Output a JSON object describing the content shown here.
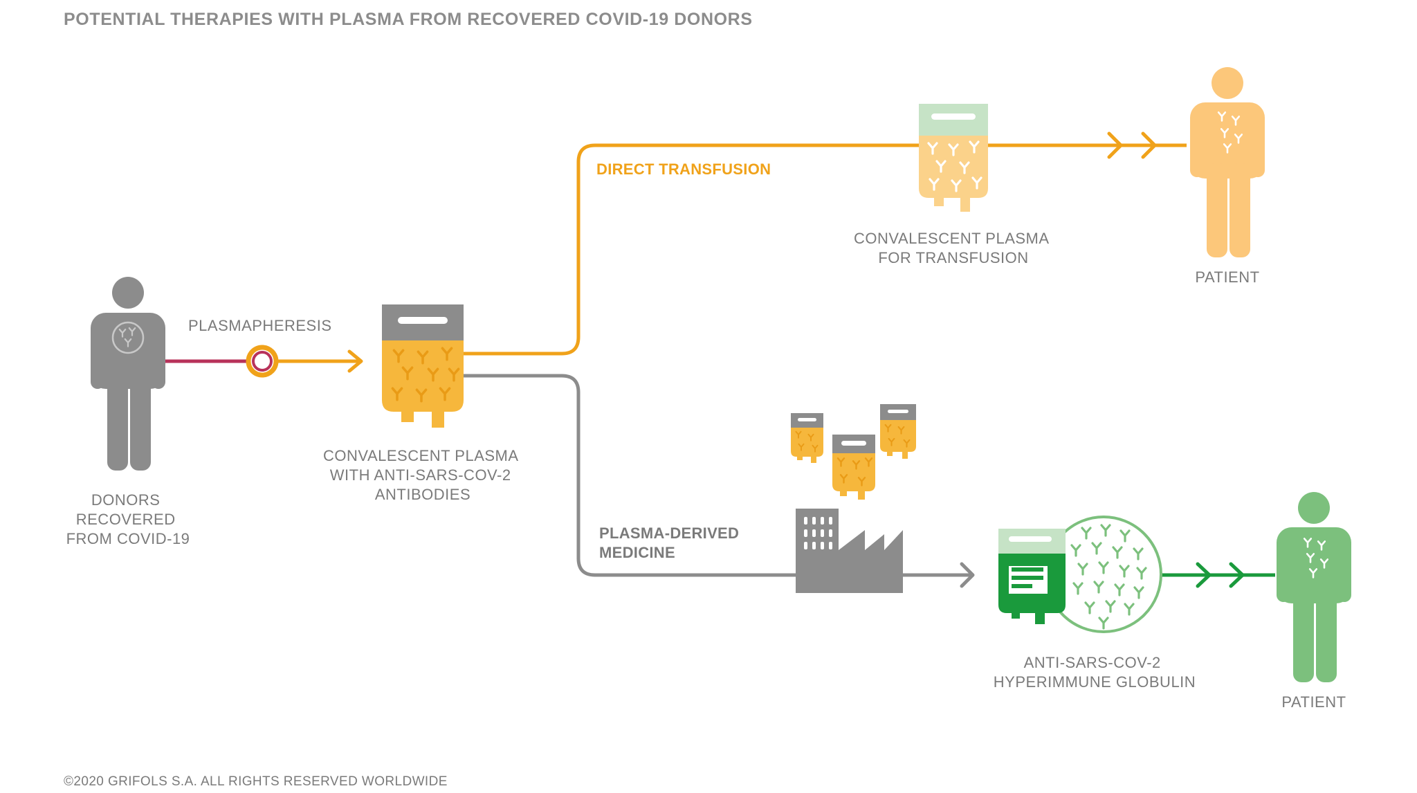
{
  "title": "POTENTIAL THERAPIES WITH PLASMA FROM RECOVERED COVID-19 DONORS",
  "footer": "©2020 GRIFOLS S.A. ALL RIGHTS RESERVED WORLDWIDE",
  "colors": {
    "gray": "#8c8c8c",
    "text_gray": "#7a7a7a",
    "orange": "#f0a21a",
    "plasma": "#f6b73c",
    "plasma_dark": "#e99b16",
    "plasma_light": "#fbd28a",
    "patient_orange": "#fcc77a",
    "green_dark": "#1a9a3c",
    "green_light": "#7cc07d",
    "green_pale": "#c6e3c6",
    "crimson": "#b8325a"
  },
  "donor": {
    "label_lines": [
      "DONORS",
      "RECOVERED",
      "FROM COVID-19"
    ],
    "icon": "person-icon"
  },
  "plasmapheresis": {
    "label": "PLASMAPHERESIS"
  },
  "convalescent_plasma": {
    "label_lines": [
      "CONVALESCENT PLASMA",
      "WITH ANTI-SARS-COV-2",
      "ANTIBODIES"
    ],
    "icon": "plasma-bag-icon"
  },
  "direct_transfusion": {
    "label": "DIRECT TRANSFUSION",
    "bag_label_lines": [
      "CONVALESCENT PLASMA",
      "FOR TRANSFUSION"
    ],
    "patient_label": "PATIENT"
  },
  "plasma_derived": {
    "label_lines": [
      "PLASMA-DERIVED",
      "MEDICINE"
    ],
    "factory_icon": "factory-icon",
    "product_label_lines": [
      "ANTI-SARS-COV-2",
      "HYPERIMMUNE GLOBULIN"
    ],
    "patient_label": "PATIENT"
  }
}
